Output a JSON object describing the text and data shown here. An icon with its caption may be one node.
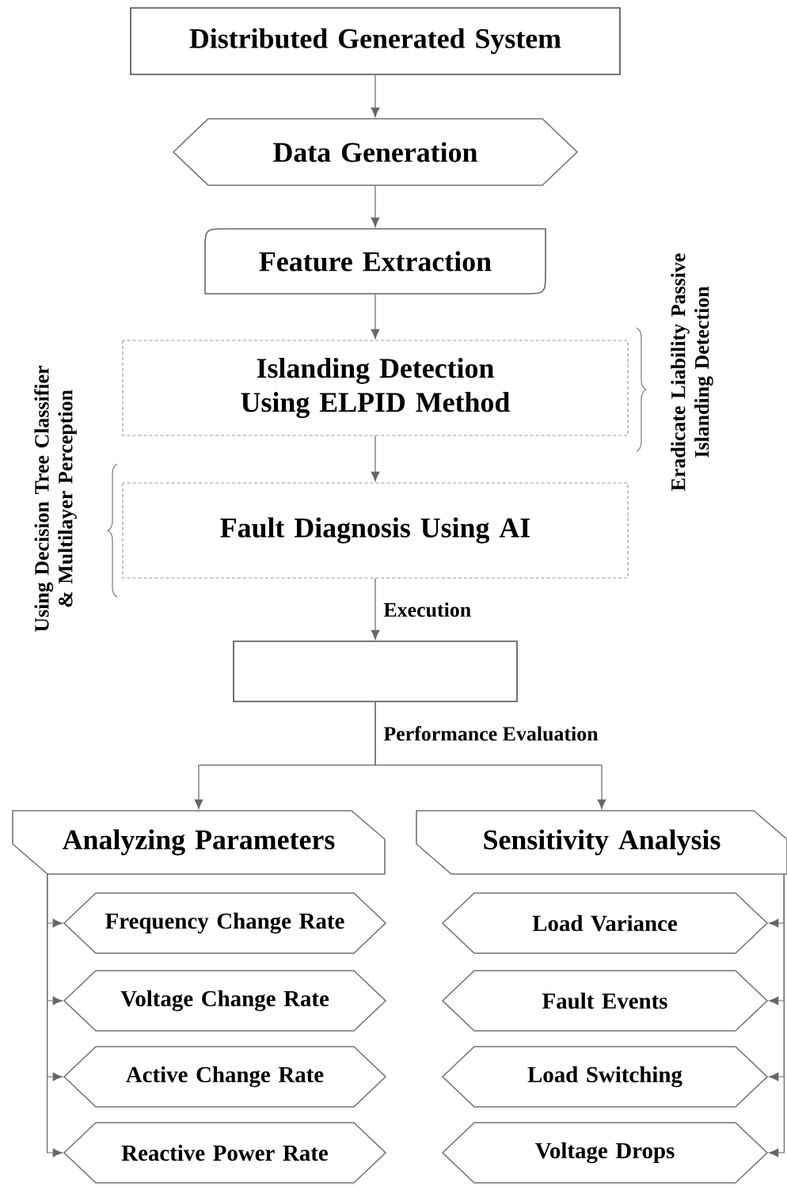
{
  "diagram": {
    "nodes": [
      {
        "text": [
          "Distributed Generated System"
        ]
      },
      {
        "text": [
          "Data Generation"
        ]
      },
      {
        "text": [
          "Feature Extraction"
        ]
      },
      {
        "text": [
          "Islanding Detection Using ELPID Method"
        ],
        "beside": [
          "Eradicate Liability Passive Islanding Detection"
        ]
      },
      {
        "text": [
          "Fault Diagnosis Using AI"
        ],
        "beside": [
          "Using Decision Tree Classifier & Multilayer Perception"
        ]
      },
      {
        "text": [],
        "shape": "box"
      },
      {
        "text": [
          "Analyzing Parameters"
        ]
      },
      {
        "text": [
          "Sensitivity Analysis"
        ]
      },
      {
        "text": [
          "Frequency Change Rate"
        ]
      },
      {
        "text": [
          "Voltage Change Rate"
        ]
      },
      {
        "text": [
          "Active Change Rate"
        ]
      },
      {
        "text": [
          "Reactive Power Rate"
        ]
      },
      {
        "text": [
          "Load Variance"
        ]
      },
      {
        "text": [
          "Fault Events"
        ]
      },
      {
        "text": [
          "Load Switching"
        ]
      },
      {
        "text": [
          "Voltage Drops"
        ]
      }
    ],
    "edges": [
      {
        "from": 0,
        "to": 1,
        "arrow": "to"
      },
      {
        "from": 1,
        "to": 2,
        "arrow": "to"
      },
      {
        "from": 2,
        "to": 3,
        "arrow": "to"
      },
      {
        "from": 3,
        "to": 4,
        "arrow": "to"
      },
      {
        "from": 4,
        "to": 5,
        "arrow": "to",
        "label": "Execution"
      },
      {
        "from": 5,
        "to": 6,
        "arrow": "to",
        "label": "Performance Evaluation"
      },
      {
        "from": 5,
        "to": 7,
        "arrow": "to"
      },
      {
        "from": 6,
        "to": 8,
        "arrow": "to"
      },
      {
        "from": 6,
        "to": 9,
        "arrow": "to"
      },
      {
        "from": 6,
        "to": 10,
        "arrow": "to"
      },
      {
        "from": 6,
        "to": 11,
        "arrow": "to"
      },
      {
        "from": 7,
        "to": 12,
        "arrow": "to"
      },
      {
        "from": 7,
        "to": 13,
        "arrow": "to"
      },
      {
        "from": 7,
        "to": 14,
        "arrow": "to"
      },
      {
        "from": 7,
        "to": 15,
        "arrow": "to"
      }
    ]
  }
}
